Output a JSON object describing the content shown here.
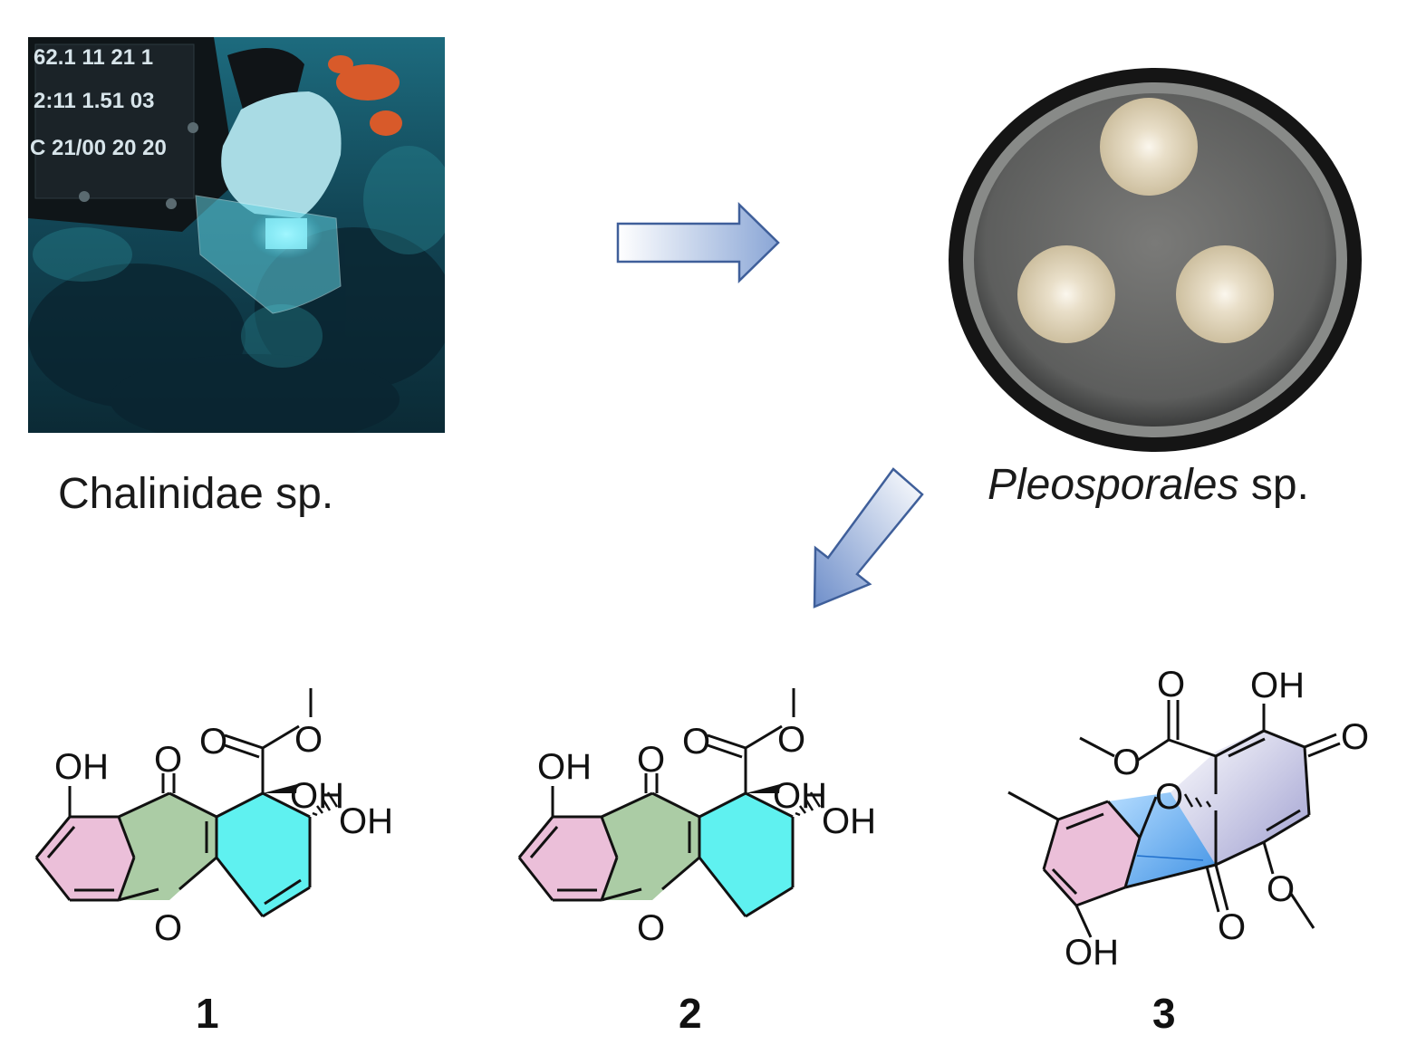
{
  "photo_sponge": {
    "overlay_lines": [
      "62.1  11  21  1",
      "2:11  1.51  03",
      "C 21/00  20  20"
    ]
  },
  "labels": {
    "sponge_italic": "",
    "sponge_normal": "Chalinidae sp.",
    "fungus_italic": "Pleosporales",
    "fungus_normal": " sp."
  },
  "compounds": [
    {
      "number": "1",
      "atoms": {
        "oh_left": "OH",
        "ketone_o": "O",
        "ring_o": "O",
        "ester_o1": "O",
        "ester_o2": "O",
        "oh_1": "OH",
        "oh_2": "OH"
      }
    },
    {
      "number": "2",
      "atoms": {
        "oh_left": "OH",
        "ketone_o": "O",
        "ring_o": "O",
        "ester_o1": "O",
        "ester_o2": "O",
        "oh_1": "OH",
        "oh_2": "OH"
      }
    },
    {
      "number": "3",
      "atoms": {
        "ester_o1": "O",
        "ester_o2": "O",
        "oh_top": "OH",
        "ketone_right": "O",
        "ring_o": "O",
        "ketone_bottom": "O",
        "methoxy_o": "O",
        "oh_bottom": "OH"
      }
    }
  ],
  "colors": {
    "arrow_fill_light": "#ffffff",
    "arrow_fill_dark": "#7f9ed2",
    "arrow_stroke": "#3f5f9a",
    "ring_pink": "#e4a9cc",
    "ring_green": "#9cc395",
    "ring_cyan": "#4ef0ee",
    "ring_blue": "#2f8fe8",
    "ring_lavender": "#9a9ad0"
  }
}
